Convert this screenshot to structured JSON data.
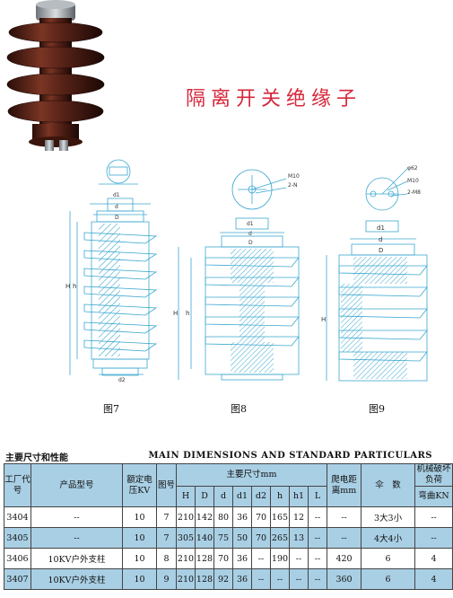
{
  "title": "隔离开关绝缘子",
  "figures": [
    {
      "caption": "图7",
      "labels": {
        "d1": "d1",
        "d": "d",
        "D": "D",
        "H": "H",
        "h": "h",
        "d2": "d2"
      }
    },
    {
      "caption": "图8",
      "labels": {
        "m10": "M10",
        "n": "2-N",
        "d1": "d1",
        "d": "d",
        "D": "D",
        "H": "H",
        "h": "h"
      }
    },
    {
      "caption": "图9",
      "labels": {
        "phi": "φ62",
        "m10": "M10",
        "m8": "2-M8",
        "d1": "d1",
        "d": "d",
        "D": "D",
        "H": "H"
      }
    }
  ],
  "section": {
    "cn": "主要尺寸和性能",
    "en": "MAIN DIMENSIONS AND STANDARD PARTICULARS"
  },
  "table": {
    "headers": {
      "code": "工厂代号",
      "model": "产品型号",
      "voltage": "额定电压KV",
      "fig": "图号",
      "dims_group": "主要尺寸mm",
      "dims": [
        "H",
        "D",
        "d",
        "d1",
        "d2",
        "h",
        "h1",
        "L"
      ],
      "creepage": "爬电距离mm",
      "sheds": "伞　数",
      "strength_top": "机械破坏负荷",
      "strength_bottom": "弯曲KN"
    },
    "rows": [
      {
        "code": "3404",
        "model": "--",
        "voltage": "10",
        "fig": "7",
        "dims": [
          "210",
          "142",
          "80",
          "36",
          "70",
          "165",
          "12",
          "--"
        ],
        "creepage": "--",
        "sheds": "3大3小",
        "strength": "--"
      },
      {
        "code": "3405",
        "model": "--",
        "voltage": "10",
        "fig": "7",
        "dims": [
          "305",
          "140",
          "75",
          "50",
          "70",
          "265",
          "13",
          "--"
        ],
        "creepage": "--",
        "sheds": "4大4小",
        "strength": "--"
      },
      {
        "code": "3406",
        "model": "10KV户外支柱",
        "voltage": "10",
        "fig": "8",
        "dims": [
          "210",
          "128",
          "70",
          "36",
          "--",
          "190",
          "--",
          "--"
        ],
        "creepage": "420",
        "sheds": "6",
        "strength": "4"
      },
      {
        "code": "3407",
        "model": "10KV户外支柱",
        "voltage": "10",
        "fig": "9",
        "dims": [
          "210",
          "128",
          "92",
          "36",
          "--",
          "--",
          "--",
          "--"
        ],
        "creepage": "360",
        "sheds": "6",
        "strength": "4"
      }
    ]
  },
  "colors": {
    "title": "#d6283c",
    "drawing": "#3aa7cf",
    "porcelain": "#5a2418",
    "table_band": "#a9cfe4"
  }
}
